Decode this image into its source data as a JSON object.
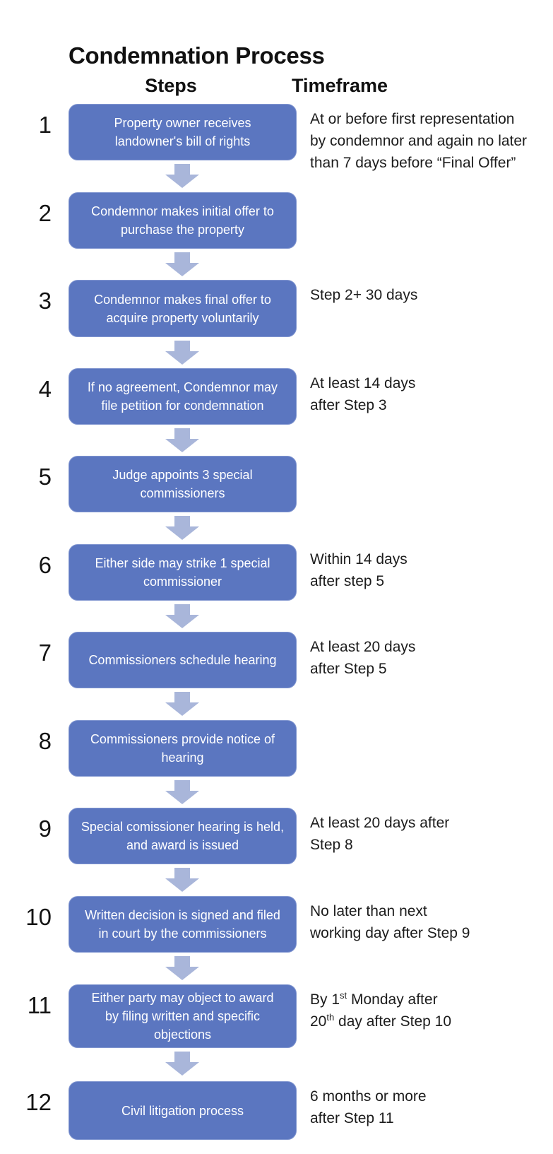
{
  "title": "Condemnation Process",
  "columns": {
    "steps": "Steps",
    "timeframe": "Timeframe"
  },
  "connector_icon": "down-arrow-icon",
  "colors": {
    "box_fill": "#5b76c0",
    "box_border": "#8196d0",
    "arrow": "#a9b6da",
    "box_text": "#ffffff",
    "text": "#1a1a1a",
    "background": "#ffffff"
  },
  "steps": [
    {
      "number": "1",
      "label_lines": [
        "Property owner receives",
        "landowner's bill of rights"
      ],
      "timeframe_lines": [
        "At or before first representation",
        "by condemnor and again no later",
        "than 7 days before “Final Offer”"
      ]
    },
    {
      "number": "2",
      "label_lines": [
        "Condemnor makes initial offer to",
        "purchase the property"
      ],
      "timeframe_lines": []
    },
    {
      "number": "3",
      "label_lines": [
        "Condemnor makes final offer to",
        "acquire property voluntarily"
      ],
      "timeframe_lines": [
        "Step 2+ 30 days"
      ]
    },
    {
      "number": "4",
      "label_lines": [
        "If no agreement, Condemnor may",
        "file petition for condemnation"
      ],
      "timeframe_lines": [
        "At least 14 days",
        "after Step 3"
      ]
    },
    {
      "number": "5",
      "label_lines": [
        "Judge appoints 3 special",
        "commissioners"
      ],
      "timeframe_lines": []
    },
    {
      "number": "6",
      "label_lines": [
        "Either side may strike 1 special",
        "commissioner"
      ],
      "timeframe_lines": [
        "Within 14 days",
        "after step 5"
      ]
    },
    {
      "number": "7",
      "label_lines": [
        "Commissioners schedule hearing"
      ],
      "timeframe_lines": [
        "At least 20 days",
        "after Step 5"
      ]
    },
    {
      "number": "8",
      "label_lines": [
        "Commissioners provide notice of",
        "hearing"
      ],
      "timeframe_lines": []
    },
    {
      "number": "9",
      "label_lines": [
        "Special comissioner hearing is held,",
        "and award is issued"
      ],
      "timeframe_lines": [
        "At least 20 days after",
        "Step 8"
      ]
    },
    {
      "number": "10",
      "label_lines": [
        "Written decision is signed and filed",
        "in court by the commissioners"
      ],
      "timeframe_lines": [
        "No later than next",
        "working day after Step 9"
      ]
    },
    {
      "number": "11",
      "label_lines": [
        "Either party may object to award",
        "by filing written and specific",
        "objections"
      ],
      "timeframe_lines": [
        [
          {
            "t": "By 1"
          },
          {
            "t": "st",
            "sup": true
          },
          {
            "t": " Monday after"
          }
        ],
        [
          {
            "t": "20"
          },
          {
            "t": "th",
            "sup": true
          },
          {
            "t": " day after Step 10"
          }
        ]
      ]
    },
    {
      "number": "12",
      "label_lines": [
        "Civil litigation process"
      ],
      "timeframe_lines": [
        "6 months or more",
        "after Step 11"
      ]
    }
  ]
}
